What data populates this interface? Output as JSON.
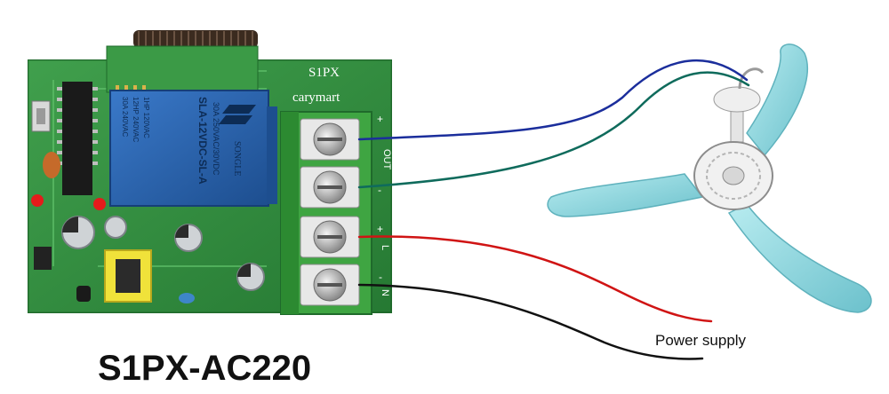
{
  "board": {
    "model_label": "S1PX",
    "brand_label": "carymart",
    "relay_brand": "SONGLE",
    "relay_model": "SLA-12VDC-SL-A",
    "relay_rating_1": "30A 250VAC/30VDC",
    "relay_rating_2": "1HP 120VAC",
    "relay_rating_3": "12HP 240VAC",
    "relay_rating_4": "30A 240VAC",
    "terminal_labels": [
      "+",
      "OUT",
      "-",
      "+",
      "L",
      "-",
      "N"
    ]
  },
  "caption": {
    "product_name": "S1PX-AC220",
    "power_supply_label": "Power supply"
  },
  "colors": {
    "pcb_green": "#2e8b3c",
    "terminal_green": "#3fa542",
    "relay_blue": "#2a66b3",
    "fan_blue": "#8fd3dc",
    "wire_blue": "#1b2e9c",
    "wire_teal": "#0f6b5c",
    "wire_red": "#d01414",
    "wire_black": "#111111"
  }
}
